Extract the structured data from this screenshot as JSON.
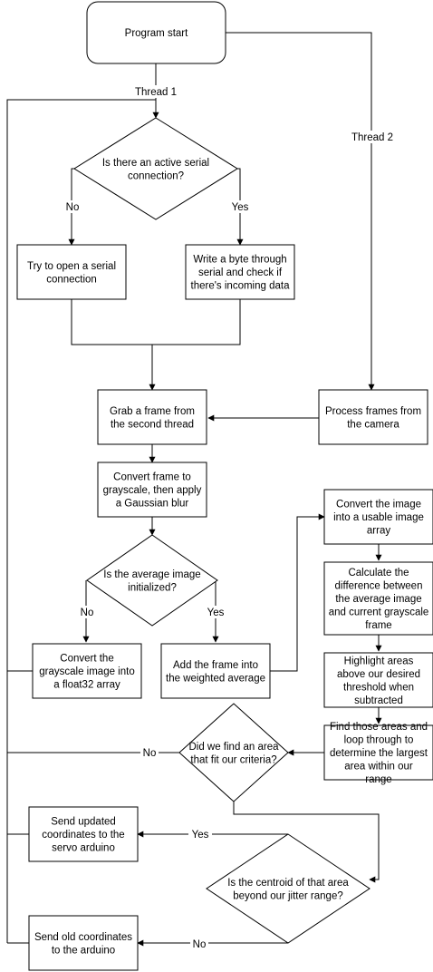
{
  "nodes": {
    "start": "Program start",
    "serial_check": [
      "Is there an active serial",
      "connection?"
    ],
    "open_serial": [
      "Try to open a serial",
      "connection"
    ],
    "write_byte": [
      "Write a byte through",
      "serial and check if",
      "there's incoming data"
    ],
    "grab_frame": [
      "Grab a frame from",
      "the second thread"
    ],
    "process_frames": [
      "Process frames from",
      "the camera"
    ],
    "convert_gray": [
      "Convert frame to",
      "grayscale, then apply",
      "a Gaussian blur"
    ],
    "avg_init": [
      "Is the average image",
      "initialized?"
    ],
    "convert_float": [
      "Convert the",
      "grayscale image into",
      "a float32 array"
    ],
    "add_weighted": [
      "Add the frame into",
      "the weighted average"
    ],
    "usable_array": [
      "Convert the image",
      "into a usable image",
      "array"
    ],
    "calc_diff": [
      "Calculate the",
      "difference between",
      "the average image",
      "and current grayscale",
      "frame"
    ],
    "highlight": [
      "Highlight areas",
      "above our desired",
      "threshold when",
      "subtracted"
    ],
    "find_areas": [
      "Find those areas and",
      "loop through to",
      "determine the largest",
      "area within our",
      "range"
    ],
    "area_found": [
      "Did we find an area",
      "that fit our criteria?"
    ],
    "send_updated": [
      "Send updated",
      "coordinates to the",
      "servo arduino"
    ],
    "jitter": [
      "Is the centroid of that area",
      "beyond our jitter range?"
    ],
    "send_old": [
      "Send old coordinates",
      "to the arduino"
    ]
  },
  "edge_labels": {
    "thread1": "Thread 1",
    "thread2": "Thread 2",
    "serial_no": "No",
    "serial_yes": "Yes",
    "avg_no": "No",
    "avg_yes": "Yes",
    "area_no": "No",
    "jitter_yes": "Yes",
    "jitter_no": "No"
  }
}
